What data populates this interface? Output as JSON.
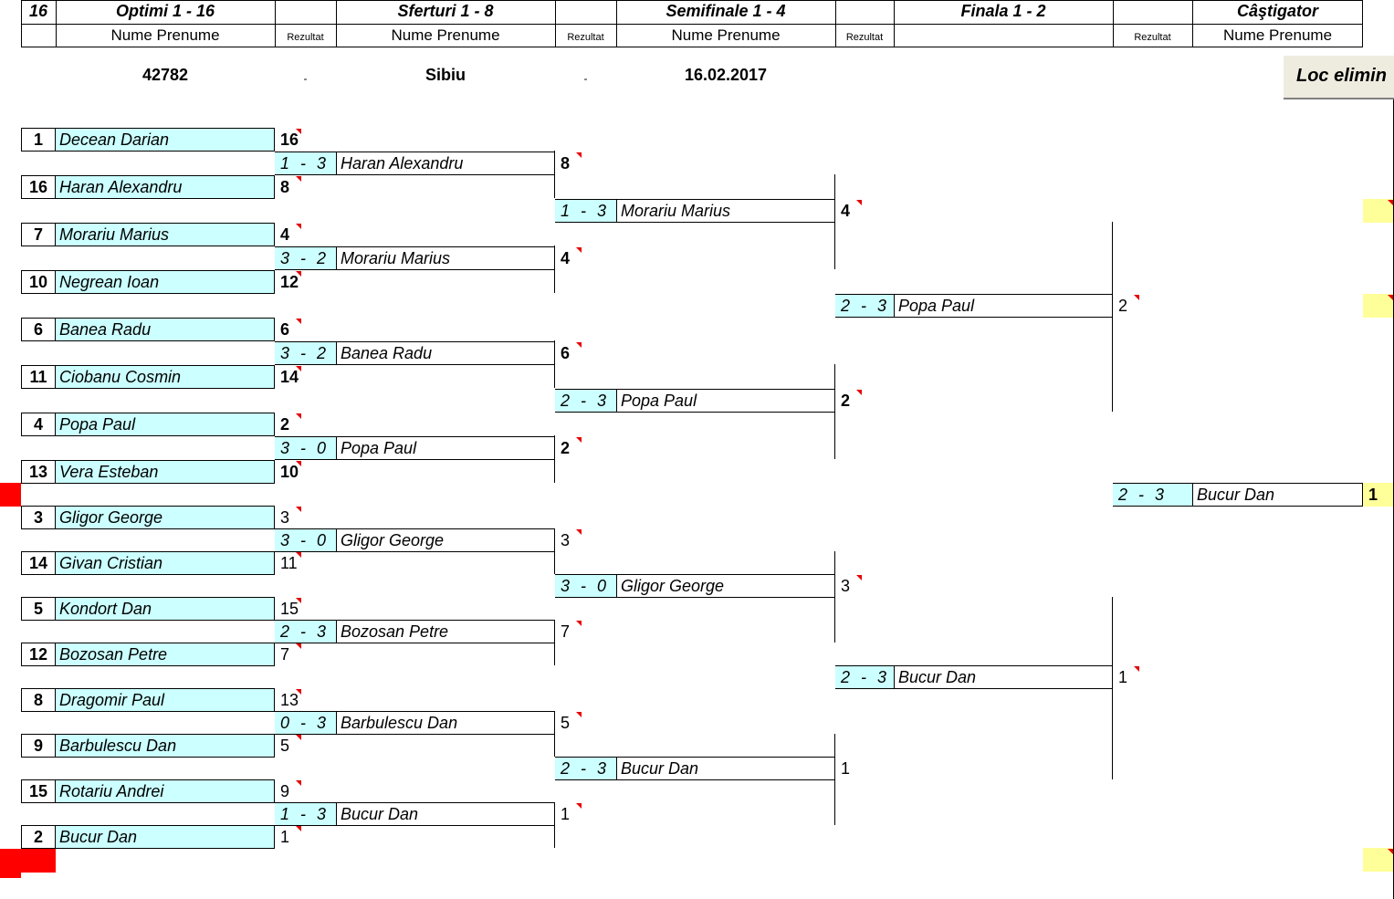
{
  "header": {
    "count": "16",
    "rounds": [
      "Optimi 1 - 16",
      "Sferturi 1 - 8",
      "Semifinale 1 - 4",
      "Finala 1 - 2",
      "Câştigator"
    ],
    "name_col": "Nume Prenume",
    "result_col": "Rezultat"
  },
  "info": {
    "code": "42782",
    "dash1": "-",
    "city": "Sibiu",
    "dash2": "-",
    "date": "16.02.2017"
  },
  "loc_button": "Loc elimin",
  "round1": [
    {
      "seed": "1",
      "name": "Decean Darian",
      "rank": "16",
      "bold": true
    },
    {
      "seed": "16",
      "name": "Haran Alexandru",
      "rank": "8",
      "bold": true
    },
    {
      "seed": "7",
      "name": "Morariu Marius",
      "rank": "4",
      "bold": true
    },
    {
      "seed": "10",
      "name": "Negrean Ioan",
      "rank": "12",
      "bold": true
    },
    {
      "seed": "6",
      "name": "Banea Radu",
      "rank": "6",
      "bold": true
    },
    {
      "seed": "11",
      "name": "Ciobanu Cosmin",
      "rank": "14",
      "bold": true
    },
    {
      "seed": "4",
      "name": "Popa Paul",
      "rank": "2",
      "bold": true
    },
    {
      "seed": "13",
      "name": "Vera Esteban",
      "rank": "10",
      "bold": true
    },
    {
      "seed": "3",
      "name": "Gligor George",
      "rank": "3",
      "bold": false
    },
    {
      "seed": "14",
      "name": "Givan Cristian",
      "rank": "11",
      "bold": false
    },
    {
      "seed": "5",
      "name": "Kondort Dan",
      "rank": "15",
      "bold": false
    },
    {
      "seed": "12",
      "name": "Bozosan Petre",
      "rank": "7",
      "bold": false
    },
    {
      "seed": "8",
      "name": "Dragomir Paul",
      "rank": "13",
      "bold": false
    },
    {
      "seed": "9",
      "name": "Barbulescu Dan",
      "rank": "5",
      "bold": false
    },
    {
      "seed": "15",
      "name": "Rotariu Andrei",
      "rank": "9",
      "bold": false
    },
    {
      "seed": "2",
      "name": "Bucur Dan",
      "rank": "1",
      "bold": false
    }
  ],
  "round2": [
    {
      "s1": "1",
      "dash": "-",
      "s2": "3",
      "name": "Haran Alexandru",
      "rank": "8",
      "bold": true
    },
    {
      "s1": "3",
      "dash": "-",
      "s2": "2",
      "name": "Morariu Marius",
      "rank": "4",
      "bold": true
    },
    {
      "s1": "3",
      "dash": "-",
      "s2": "2",
      "name": "Banea Radu",
      "rank": "6",
      "bold": true
    },
    {
      "s1": "3",
      "dash": "-",
      "s2": "0",
      "name": "Popa Paul",
      "rank": "2",
      "bold": true
    },
    {
      "s1": "3",
      "dash": "-",
      "s2": "0",
      "name": "Gligor George",
      "rank": "3",
      "bold": false
    },
    {
      "s1": "2",
      "dash": "-",
      "s2": "3",
      "name": "Bozosan Petre",
      "rank": "7",
      "bold": false
    },
    {
      "s1": "0",
      "dash": "-",
      "s2": "3",
      "name": "Barbulescu Dan",
      "rank": "5",
      "bold": false
    },
    {
      "s1": "1",
      "dash": "-",
      "s2": "3",
      "name": "Bucur Dan",
      "rank": "1",
      "bold": false
    }
  ],
  "round3": [
    {
      "s1": "1",
      "dash": "-",
      "s2": "3",
      "name": "Morariu Marius",
      "rank": "4",
      "bold": true
    },
    {
      "s1": "2",
      "dash": "-",
      "s2": "3",
      "name": "Popa Paul",
      "rank": "2",
      "bold": true
    },
    {
      "s1": "3",
      "dash": "-",
      "s2": "0",
      "name": "Gligor George",
      "rank": "3",
      "bold": false
    },
    {
      "s1": "2",
      "dash": "-",
      "s2": "3",
      "name": "Bucur Dan",
      "rank": "1",
      "bold": false
    }
  ],
  "round4": [
    {
      "s1": "2",
      "dash": "-",
      "s2": "3",
      "name": "Popa Paul",
      "rank": "2",
      "bold": false
    },
    {
      "s1": "2",
      "dash": "-",
      "s2": "3",
      "name": "Bucur Dan",
      "rank": "1",
      "bold": false
    }
  ],
  "final": {
    "s1": "2",
    "dash": "-",
    "s2": "3",
    "name": "Bucur Dan",
    "rank": "1",
    "bold": true
  },
  "colors": {
    "cell": "#ccffff",
    "yellow": "#ffff99",
    "red": "#ff0000",
    "note": "#e60000"
  }
}
